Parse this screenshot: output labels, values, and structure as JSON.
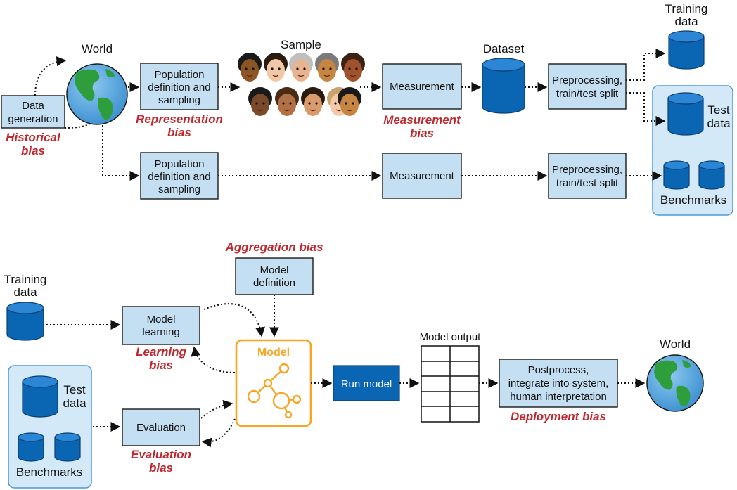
{
  "top": {
    "data_generation": [
      "Data",
      "generation"
    ],
    "historical_bias": [
      "Historical",
      "bias"
    ],
    "world": "World",
    "population_1": [
      "Population",
      "definition and",
      "sampling"
    ],
    "representation_bias": [
      "Representation",
      "bias"
    ],
    "sample": "Sample",
    "measurement_1": "Measurement",
    "measurement_bias": [
      "Measurement",
      "bias"
    ],
    "dataset": "Dataset",
    "preprocessing_1": [
      "Preprocessing,",
      "train/test split"
    ],
    "training_data": [
      "Training",
      "data"
    ],
    "test_data": [
      "Test",
      "data"
    ],
    "benchmarks": "Benchmarks",
    "population_2": [
      "Population",
      "definition and",
      "sampling"
    ],
    "measurement_2": "Measurement",
    "preprocessing_2": [
      "Preprocessing,",
      "train/test split"
    ]
  },
  "bottom": {
    "training_data": [
      "Training",
      "data"
    ],
    "model_learning": [
      "Model",
      "learning"
    ],
    "learning_bias": [
      "Learning",
      "bias"
    ],
    "aggregation_bias": "Aggregation bias",
    "model_definition": [
      "Model",
      "definition"
    ],
    "model": "Model",
    "test_data": [
      "Test",
      "data"
    ],
    "benchmarks": "Benchmarks",
    "evaluation": "Evaluation",
    "evaluation_bias": [
      "Evaluation",
      "bias"
    ],
    "run_model": "Run model",
    "model_output": "Model output",
    "postprocess": [
      "Postprocess,",
      "integrate into system,",
      "human interpretation"
    ],
    "deployment_bias": "Deployment bias",
    "world": "World"
  },
  "colors": {
    "box_fill": "#c5dff2",
    "bias_text": "#c0282e",
    "cylinder": "#0a66b3",
    "model_accent": "#f5a623",
    "run_model_fill": "#0a66b3"
  }
}
